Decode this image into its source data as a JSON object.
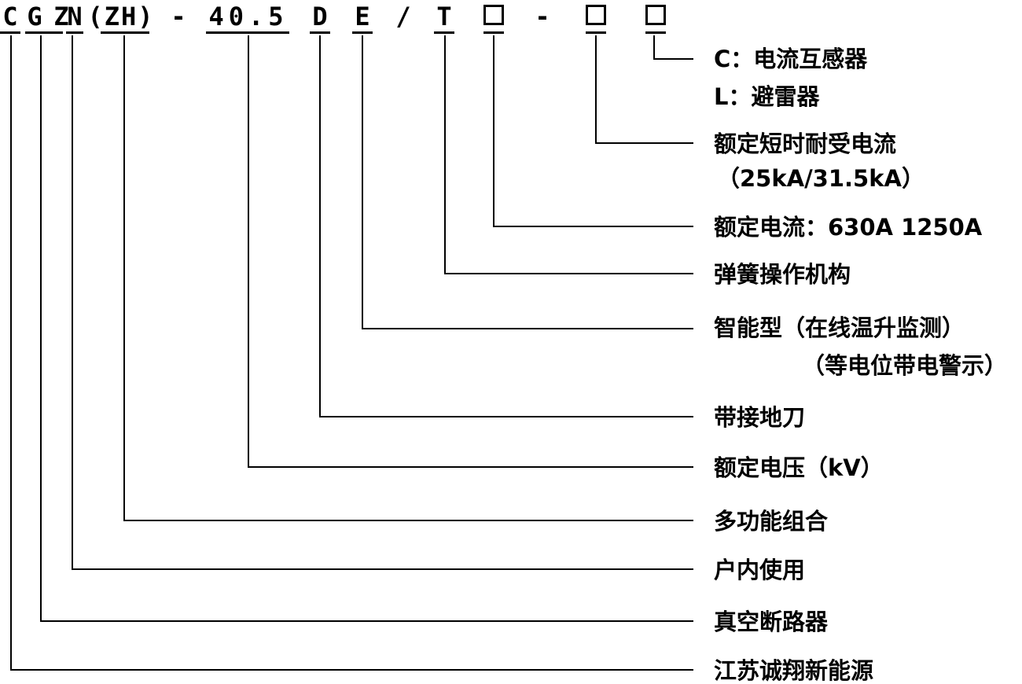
{
  "code": {
    "segments": [
      "C",
      "G",
      "Z",
      "N",
      "(ZH)",
      "-",
      "40.5",
      "D",
      "E",
      "/",
      "T",
      "-"
    ],
    "box_symbol": "□"
  },
  "labels": [
    "C：电流互感器",
    "L：避雷器",
    "额定短时耐受电流",
    "（25kA/31.5kA）",
    "额定电流：630A  1250A",
    "弹簧操作机构",
    "智能型（在线温升监测）",
    "（等电位带电警示）",
    "带接地刀",
    "额定电压（kV）",
    "多功能组合",
    "户内使用",
    "真空断路器",
    "江苏诚翔新能源"
  ]
}
